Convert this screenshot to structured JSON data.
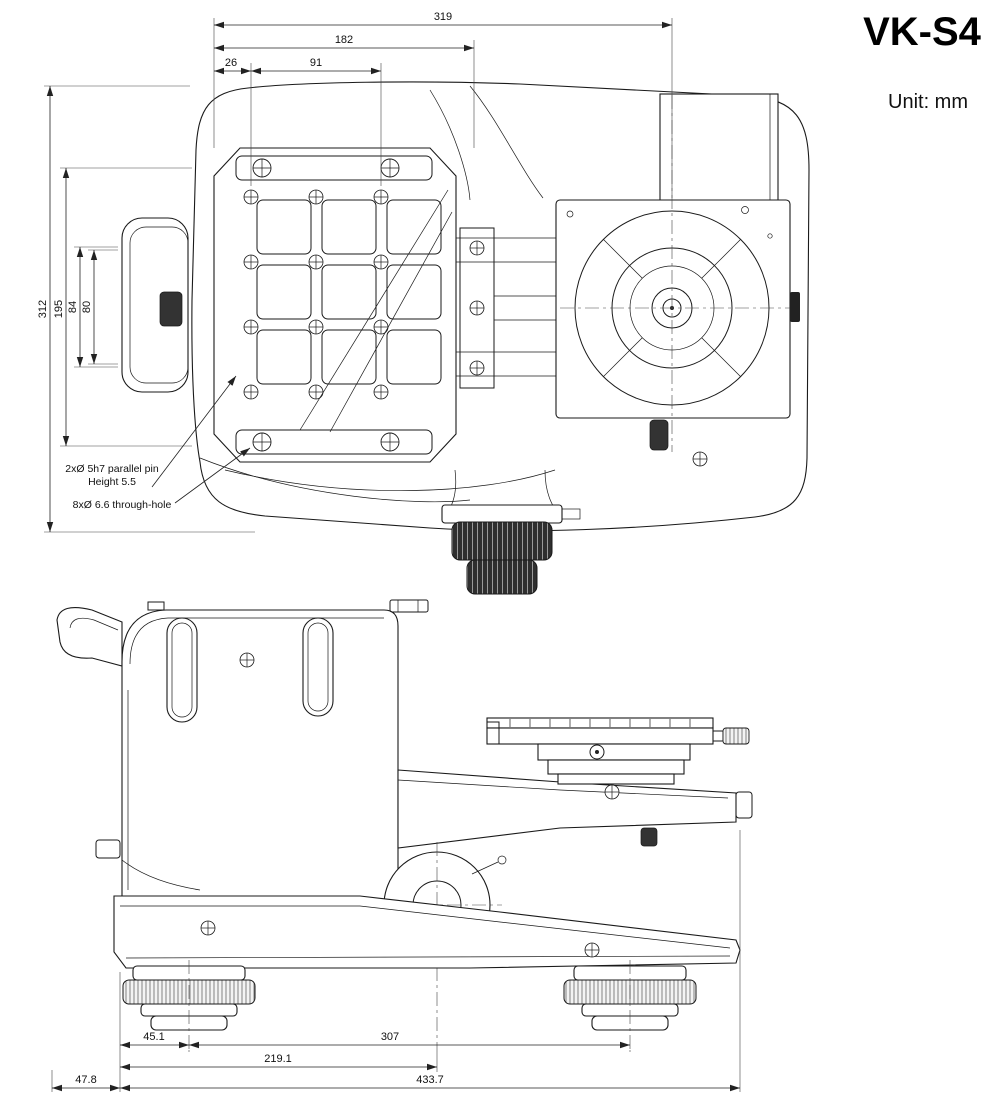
{
  "header": {
    "title": "VK-S4",
    "unit": "Unit: mm"
  },
  "top_view": {
    "dims": {
      "overall_width": "319",
      "plate_width": "182",
      "pin_pitch": "91",
      "pin_offset": "26",
      "overall_depth": "312",
      "body_depth": "195",
      "inner_depth": "84",
      "slot_depth": "80"
    },
    "notes": {
      "pin_line1": "2xØ 5h7 parallel pin",
      "pin_line2": "Height 5.5",
      "hole": "8xØ 6.6 through-hole"
    }
  },
  "side_view": {
    "dims": {
      "foot_offset": "45.1",
      "foot_pitch": "307",
      "column_center": "219.1",
      "overall_length": "433.7",
      "rear_overhang": "47.8"
    }
  }
}
